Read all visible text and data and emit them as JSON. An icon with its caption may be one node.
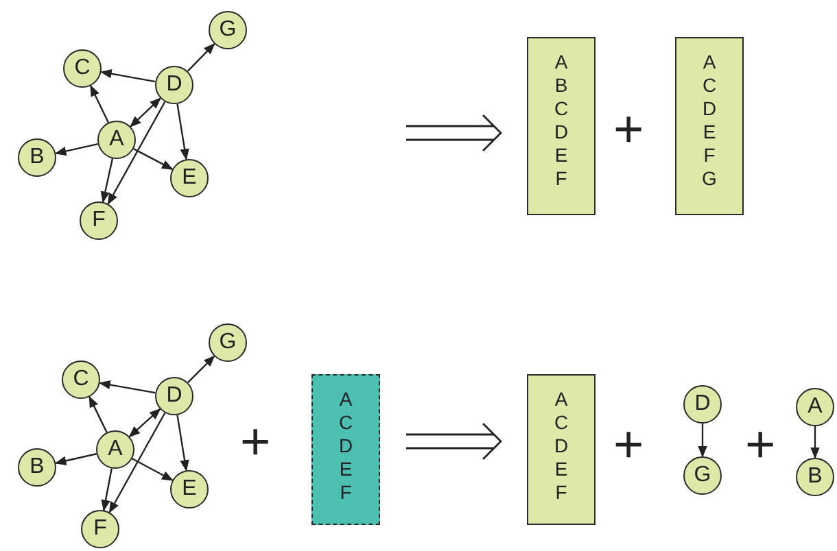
{
  "diagram": {
    "nodes": [
      {
        "text": [
          "G"
        ]
      },
      {
        "text": [
          "C"
        ]
      },
      {
        "text": [
          "D"
        ]
      },
      {
        "text": [
          "A"
        ]
      },
      {
        "text": [
          "B"
        ]
      },
      {
        "text": [
          "E"
        ]
      },
      {
        "text": [
          "F"
        ]
      },
      {
        "text": [
          "A B C D E F"
        ]
      },
      {
        "text": [
          "A C D E F G"
        ]
      },
      {
        "text": [
          "G"
        ]
      },
      {
        "text": [
          "C"
        ]
      },
      {
        "text": [
          "D"
        ]
      },
      {
        "text": [
          "A"
        ]
      },
      {
        "text": [
          "B"
        ]
      },
      {
        "text": [
          "E"
        ]
      },
      {
        "text": [
          "F"
        ]
      },
      {
        "text": [
          "A C D E F"
        ]
      },
      {
        "text": [
          "A C D E F"
        ]
      },
      {
        "text": [
          "D"
        ]
      },
      {
        "text": [
          "G"
        ]
      },
      {
        "text": [
          "A"
        ]
      },
      {
        "text": [
          "B"
        ]
      }
    ],
    "edges": [
      {
        "from": 2,
        "to": 0,
        "arrow": "to"
      },
      {
        "from": 2,
        "to": 1,
        "arrow": "to"
      },
      {
        "from": 3,
        "to": 1,
        "arrow": "to"
      },
      {
        "from": 3,
        "to": 2,
        "arrow": "both"
      },
      {
        "from": 3,
        "to": 4,
        "arrow": "to"
      },
      {
        "from": 3,
        "to": 5,
        "arrow": "to"
      },
      {
        "from": 3,
        "to": 6,
        "arrow": "to"
      },
      {
        "from": 2,
        "to": 6,
        "arrow": "to"
      },
      {
        "from": 2,
        "to": 5,
        "arrow": "to"
      },
      {
        "from": 11,
        "to": 9,
        "arrow": "to"
      },
      {
        "from": 11,
        "to": 10,
        "arrow": "to"
      },
      {
        "from": 12,
        "to": 10,
        "arrow": "to"
      },
      {
        "from": 12,
        "to": 11,
        "arrow": "both"
      },
      {
        "from": 12,
        "to": 13,
        "arrow": "to"
      },
      {
        "from": 12,
        "to": 14,
        "arrow": "to"
      },
      {
        "from": 12,
        "to": 15,
        "arrow": "to"
      },
      {
        "from": 11,
        "to": 15,
        "arrow": "to"
      },
      {
        "from": 11,
        "to": 14,
        "arrow": "to"
      },
      {
        "from": 18,
        "to": 19,
        "arrow": "to"
      },
      {
        "from": 20,
        "to": 21,
        "arrow": "to"
      }
    ],
    "labels": [
      "+",
      "+",
      "+",
      "+"
    ]
  }
}
